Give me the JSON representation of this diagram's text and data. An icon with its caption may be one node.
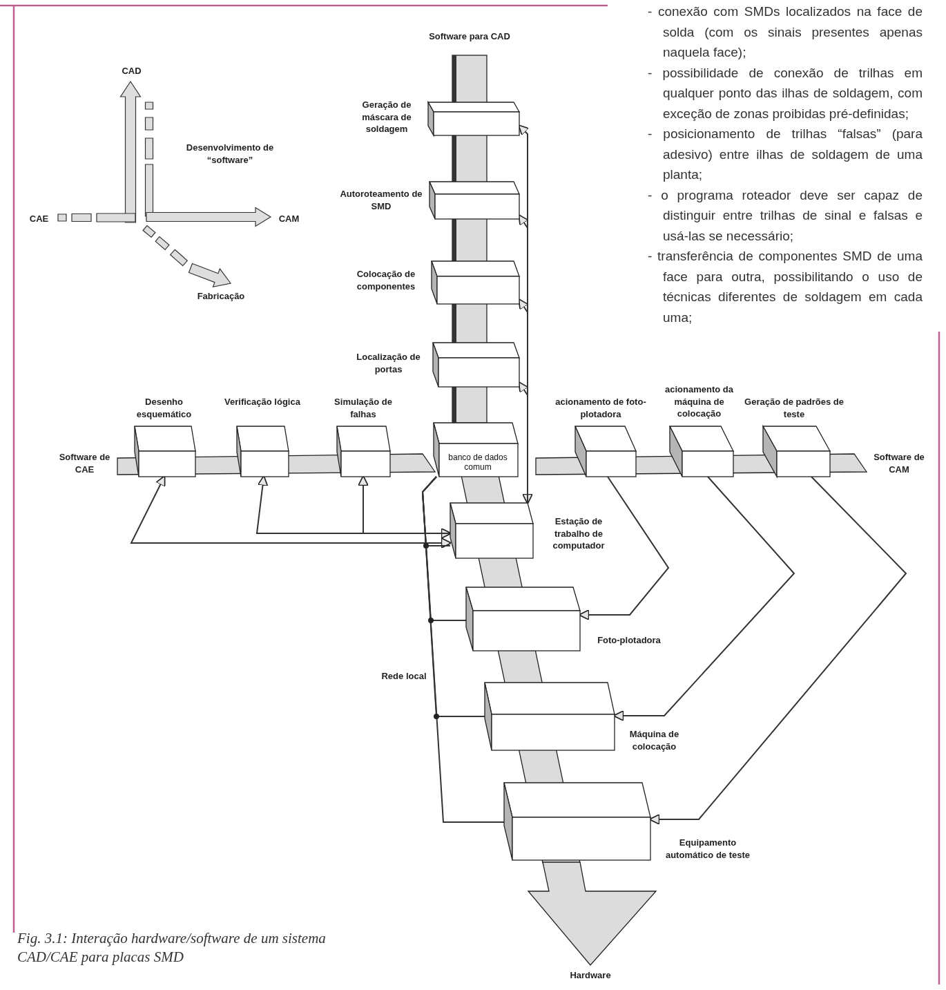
{
  "diagram": {
    "caption": "Fig. 3.1: Interação hardware/software de um sistema CAD/CAE para placas SMD",
    "nodes": [
      {
        "text": [
          "Geração de máscara de soldagem"
        ]
      },
      {
        "text": [
          "Autoroteamento de SMD"
        ]
      },
      {
        "text": [
          "Colocação de componentes"
        ]
      },
      {
        "text": [
          "Localização de portas"
        ]
      },
      {
        "text": [
          "banco de dados comum"
        ]
      },
      {
        "text": [
          "Desenho esquemático"
        ]
      },
      {
        "text": [
          "Verificação lógica"
        ]
      },
      {
        "text": [
          "Simulação de falhas"
        ]
      },
      {
        "text": [
          "acionamento de foto-plotadora"
        ]
      },
      {
        "text": [
          "acionamento da máquina de colocação"
        ]
      },
      {
        "text": [
          "Geração de padrões de teste"
        ]
      },
      {
        "text": [
          "Estação de trabalho de computador"
        ]
      },
      {
        "text": [
          "Foto-plotadora"
        ]
      },
      {
        "text": [
          "Máquina de colocação"
        ]
      },
      {
        "text": [
          "Equipamento automático de teste"
        ]
      },
      {
        "text": [
          "Software para CAD"
        ]
      },
      {
        "text": [
          "Software de CAE"
        ]
      },
      {
        "text": [
          "Software de CAM"
        ]
      },
      {
        "text": [
          "Hardware"
        ]
      }
    ],
    "edges": [
      {
        "from": 0,
        "to": 11,
        "arrow": "both"
      },
      {
        "from": 11,
        "to": 1,
        "arrow": "to"
      },
      {
        "from": 11,
        "to": 2,
        "arrow": "to"
      },
      {
        "from": 11,
        "to": 3,
        "arrow": "to"
      },
      {
        "from": 5,
        "to": 11,
        "arrow": "both"
      },
      {
        "from": 6,
        "to": 11,
        "arrow": "both"
      },
      {
        "from": 11,
        "to": 7,
        "arrow": "to"
      },
      {
        "from": 8,
        "to": 12,
        "arrow": "to"
      },
      {
        "from": 9,
        "to": 13,
        "arrow": "to"
      },
      {
        "from": 10,
        "to": 14,
        "arrow": "to"
      },
      {
        "from": 4,
        "to": 11,
        "arrow": "none"
      },
      {
        "from": 4,
        "to": 12,
        "arrow": "none"
      },
      {
        "from": 4,
        "to": 13,
        "arrow": "none"
      },
      {
        "from": 4,
        "to": 14,
        "arrow": "none"
      }
    ],
    "labels": [
      "CAD",
      "Desenvolvimento de “software”",
      "CAE",
      "CAM",
      "Fabricação",
      "- conexão com SMDs localizados na face de solda (com os sinais presentes apenas naquela face);",
      "- possibilidade de conexão de trilhas em qualquer ponto das ilhas de soldagem, com exceção de zonas proibidas pré-definidas;",
      "- posicionamento de trilhas “falsas” (para adesivo) entre ilhas de soldagem de uma planta;",
      "- o programa roteador deve ser capaz de distinguir entre trilhas de sinal e falsas e usá-las se necessário;",
      "- transferência de componentes SMD de uma face para outra, possibilitando o uso de técnicas diferentes de soldagem em cada uma;",
      "Rede local"
    ]
  }
}
